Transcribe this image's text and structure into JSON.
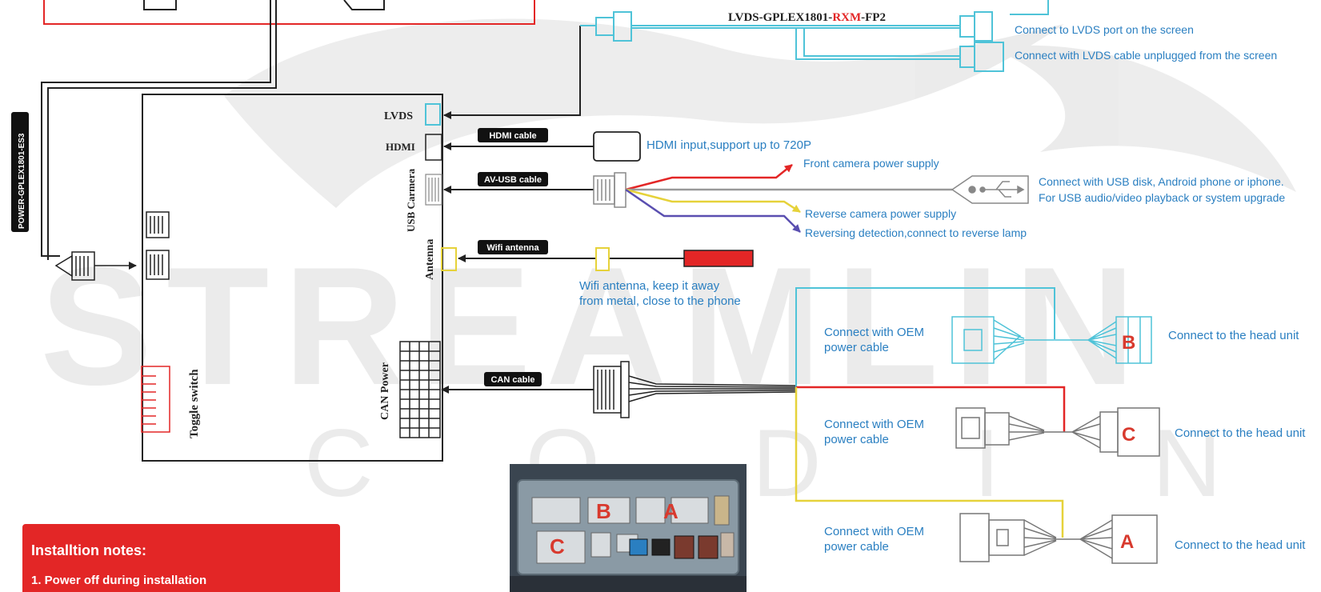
{
  "watermark": {
    "big": "STREAMLIN",
    "small": "CODING"
  },
  "cables": {
    "lvds_cable": {
      "prefix": "LVDS-GPLEX1801-",
      "highlight": "RXM",
      "suffix": "-FP2"
    },
    "power_cable": "POWER-GPLEX1801-ES3",
    "hdmi": "HDMI cable",
    "avusb": "AV-USB cable",
    "wifi": "Wifi antenna",
    "can": "CAN cable"
  },
  "ports": {
    "lvds": "LVDS",
    "hdmi": "HDMI",
    "usb_camera": "USB Carmera",
    "antenna": "Antenna",
    "can_power": "CAN Power",
    "toggle": "Toggle switch"
  },
  "descriptions": {
    "lvds_screen": "Connect to LVDS port on the screen",
    "lvds_unplugged": "Connect with LVDS cable unplugged from the screen",
    "hdmi_input": "HDMI input,support up to 720P",
    "front_cam": "Front camera power supply",
    "usb_line1": "Connect with USB disk, Android phone or iphone.",
    "usb_line2": "For USB audio/video playback or system upgrade",
    "reverse_cam": "Reverse camera power supply",
    "reversing": "Reversing detection,connect to reverse lamp",
    "wifi_line1": "Wifi antenna, keep it away",
    "wifi_line2": "from metal, close to the phone",
    "oem_line1": "Connect with OEM",
    "oem_line2": "power cable",
    "head_unit": "Connect to the head unit"
  },
  "connector_letters": {
    "b": "B",
    "c": "C",
    "a": "A"
  },
  "notes": {
    "title": "Installtion notes:",
    "item1": "1. Power off during installation"
  },
  "photo_labels": {
    "b": "B",
    "a": "A",
    "c": "C"
  },
  "colors": {
    "accent_red": "#e32626",
    "blue_text": "#2a7fc1",
    "cyan_wire": "#4fc3d8",
    "yellow_wire": "#e6d23a",
    "purple_wire": "#5a4fb0",
    "red_letter": "#d83a2e"
  }
}
